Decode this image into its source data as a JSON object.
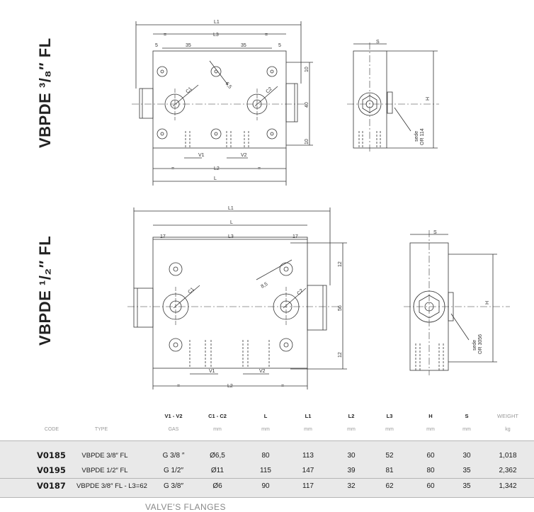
{
  "titles": {
    "top": "VBPDE ³/₈″ FL",
    "bottom": "VBPDE ¹/₂″ FL"
  },
  "drawing1": {
    "L1": "L1",
    "L3": "L3",
    "eq": "=",
    "d5a": "5",
    "d35a": "35",
    "d35b": "35",
    "d5b": "5",
    "L": "L",
    "L2": "L2",
    "V1": "V1",
    "V2": "V2",
    "C1": "C1",
    "C2": "C2",
    "d65": "6,5",
    "d10a": "10",
    "d10b": "10",
    "d40": "40",
    "S": "S",
    "H": "H",
    "sede": "sede",
    "or": "OR 114"
  },
  "drawing2": {
    "L1": "L1",
    "L": "L",
    "L3": "L3",
    "d17a": "17",
    "d17b": "17",
    "L2": "L2",
    "V1": "V1",
    "V2": "V2",
    "C1": "C1",
    "C2": "C2",
    "d85": "8,5",
    "d12a": "12",
    "d12b": "12",
    "d56": "56",
    "eq": "=",
    "S": "S",
    "H": "H",
    "sede": "sede",
    "or": "OR 3056"
  },
  "table": {
    "headers": [
      {
        "main": "",
        "sub": "CODE"
      },
      {
        "main": "",
        "sub": "TYPE"
      },
      {
        "main": "V1 - V2",
        "sub": "GAS"
      },
      {
        "main": "C1 - C2",
        "sub": "mm"
      },
      {
        "main": "L",
        "sub": "mm"
      },
      {
        "main": "L1",
        "sub": "mm"
      },
      {
        "main": "L2",
        "sub": "mm"
      },
      {
        "main": "L3",
        "sub": "mm"
      },
      {
        "main": "H",
        "sub": "mm"
      },
      {
        "main": "S",
        "sub": "mm"
      },
      {
        "main": "WEIGHT",
        "sub": "kg"
      }
    ],
    "rows": [
      {
        "code": "V0185",
        "type": "VBPDE 3/8″ FL",
        "v": "G 3/8 ″",
        "c": "Ø6,5",
        "L": "80",
        "L1": "113",
        "L2": "30",
        "L3": "52",
        "H": "60",
        "S": "30",
        "w": "1,018"
      },
      {
        "code": "V0195",
        "type": "VBPDE 1/2″ FL",
        "v": "G 1/2″",
        "c": "Ø11",
        "L": "115",
        "L1": "147",
        "L2": "39",
        "L3": "81",
        "H": "80",
        "S": "35",
        "w": "2,362"
      },
      {
        "code": "V0187",
        "type": "VBPDE 3/8″ FL - L3=62",
        "v": "G 3/8″",
        "c": "Ø6",
        "L": "90",
        "L1": "117",
        "L2": "32",
        "L3": "62",
        "H": "60",
        "S": "35",
        "w": "1,342"
      }
    ]
  },
  "footer": "VALVE'S FLANGES"
}
